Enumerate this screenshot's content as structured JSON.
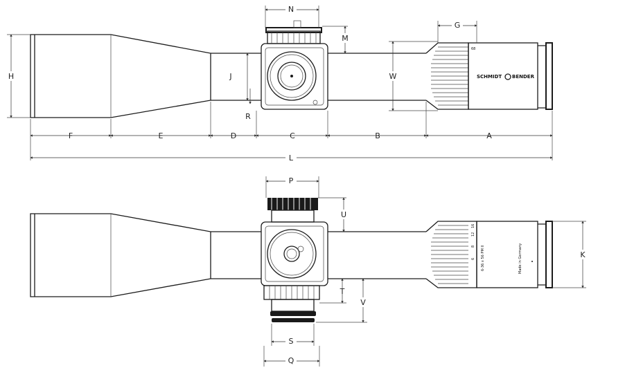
{
  "labels": {
    "N": "N",
    "M": "M",
    "G": "G",
    "H": "H",
    "J": "J",
    "W": "W",
    "R": "R",
    "F": "F",
    "E": "E",
    "D": "D",
    "C": "C",
    "B": "B",
    "A": "A",
    "L": "L",
    "P": "P",
    "U": "U",
    "K": "K",
    "T": "T",
    "V": "V",
    "S": "S",
    "Q": "Q"
  },
  "markings": {
    "brand": "SCHMIDT",
    "brand2": "BENDER",
    "model": "6-36 x 56 PM II",
    "origin": "Made in Germany",
    "top_mark": "68",
    "zoom_ticks": [
      "6",
      "8",
      "12",
      "16"
    ]
  }
}
